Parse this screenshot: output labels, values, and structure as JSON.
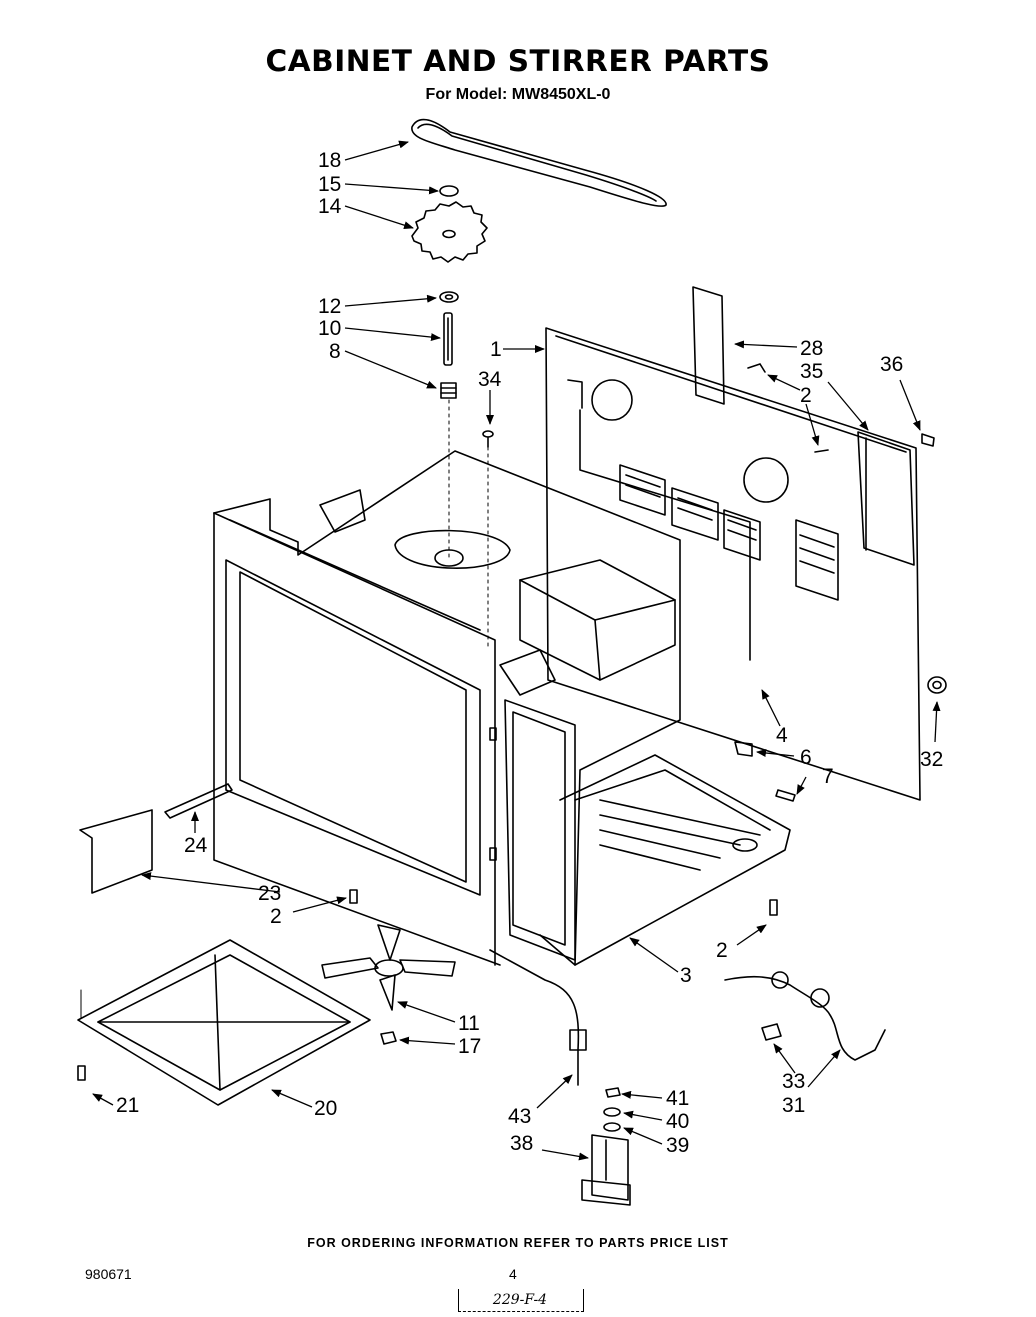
{
  "title": "CABINET AND STIRRER PARTS",
  "subtitle": "For Model: MW8450XL-0",
  "footer": "FOR ORDERING INFORMATION REFER TO PARTS PRICE LIST",
  "doc_number": "980671",
  "page_number": "4",
  "stamp_text": "229-F-4",
  "callouts": [
    {
      "id": "c18",
      "label": "18"
    },
    {
      "id": "c15",
      "label": "15"
    },
    {
      "id": "c14",
      "label": "14"
    },
    {
      "id": "c12",
      "label": "12"
    },
    {
      "id": "c10",
      "label": "10"
    },
    {
      "id": "c8",
      "label": "8"
    },
    {
      "id": "c1",
      "label": "1"
    },
    {
      "id": "c34",
      "label": "34"
    },
    {
      "id": "c28",
      "label": "28"
    },
    {
      "id": "c35",
      "label": "35"
    },
    {
      "id": "c36",
      "label": "36"
    },
    {
      "id": "c2a",
      "label": "2"
    },
    {
      "id": "c4",
      "label": "4"
    },
    {
      "id": "c6",
      "label": "6"
    },
    {
      "id": "c7",
      "label": "7"
    },
    {
      "id": "c32",
      "label": "32"
    },
    {
      "id": "c24",
      "label": "24"
    },
    {
      "id": "c23",
      "label": "23"
    },
    {
      "id": "c2b",
      "label": "2"
    },
    {
      "id": "c2c",
      "label": "2"
    },
    {
      "id": "c3",
      "label": "3"
    },
    {
      "id": "c11",
      "label": "11"
    },
    {
      "id": "c17",
      "label": "17"
    },
    {
      "id": "c21",
      "label": "21"
    },
    {
      "id": "c20",
      "label": "20"
    },
    {
      "id": "c43",
      "label": "43"
    },
    {
      "id": "c41",
      "label": "41"
    },
    {
      "id": "c40",
      "label": "40"
    },
    {
      "id": "c39",
      "label": "39"
    },
    {
      "id": "c38",
      "label": "38"
    },
    {
      "id": "c33",
      "label": "33"
    },
    {
      "id": "c31",
      "label": "31"
    }
  ]
}
